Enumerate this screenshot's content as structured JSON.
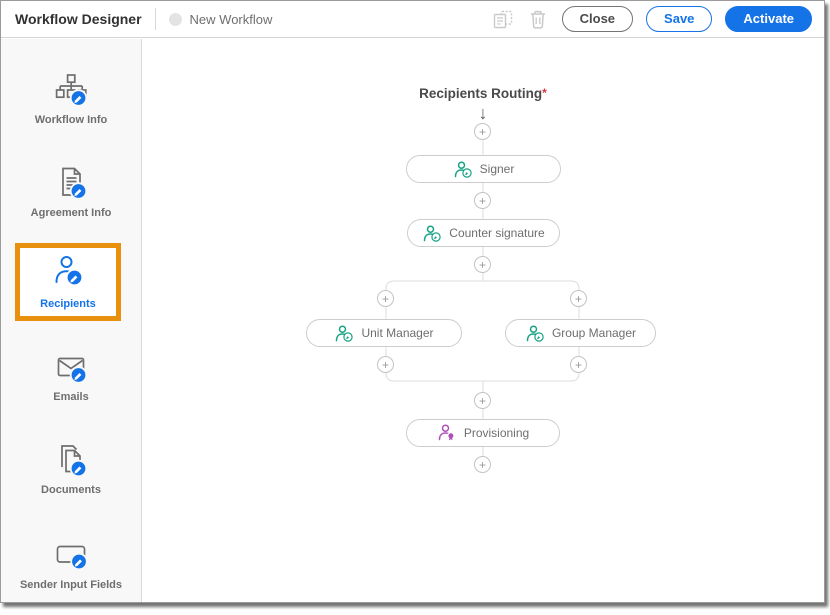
{
  "header": {
    "app_title": "Workflow Designer",
    "workflow_name": "New Workflow",
    "buttons": {
      "close": "Close",
      "save": "Save",
      "activate": "Activate"
    }
  },
  "sidebar": {
    "items": [
      {
        "label": "Workflow Info",
        "icon": "workflow-info-icon",
        "active": false
      },
      {
        "label": "Agreement Info",
        "icon": "agreement-info-icon",
        "active": false
      },
      {
        "label": "Recipients",
        "icon": "recipients-icon",
        "active": true
      },
      {
        "label": "Emails",
        "icon": "emails-icon",
        "active": false
      },
      {
        "label": "Documents",
        "icon": "documents-icon",
        "active": false
      },
      {
        "label": "Sender Input Fields",
        "icon": "sender-input-fields-icon",
        "active": false
      }
    ]
  },
  "canvas": {
    "title": "Recipients Routing",
    "required_marker": "*",
    "start_arrow": "↓",
    "plus_symbol": "+",
    "nodes": [
      {
        "label": "Signer",
        "role": "signer",
        "icon": "signer-person-icon"
      },
      {
        "label": "Counter signature",
        "role": "signer",
        "icon": "signer-person-icon"
      },
      {
        "label": "Unit Manager",
        "role": "signer",
        "icon": "signer-person-icon"
      },
      {
        "label": "Group Manager",
        "role": "signer",
        "icon": "signer-person-icon"
      },
      {
        "label": "Provisioning",
        "role": "provisioning",
        "icon": "provisioning-person-icon"
      }
    ]
  },
  "colors": {
    "accent-blue": "#1473E6",
    "highlight-orange": "#E9910E",
    "signer-green": "#17A385",
    "provisioning-magenta": "#B04FB8",
    "required-red": "#D7373F"
  }
}
